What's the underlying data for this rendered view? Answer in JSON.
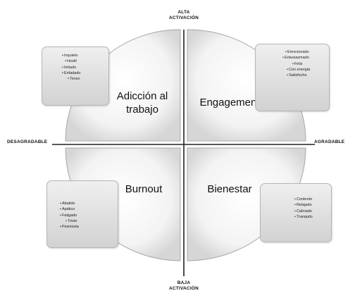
{
  "axes": {
    "top": [
      "ALTA",
      "ACTIVACIÓN"
    ],
    "bottom": [
      "BAJA",
      "ACTIVACIÓN"
    ],
    "left": "DESAGRADABLE",
    "right": "AGRADABLE"
  },
  "quadrants": {
    "top_left": {
      "label_lines": [
        "Adicción al",
        "trabajo"
      ]
    },
    "top_right": {
      "label_lines": [
        "Engagement"
      ]
    },
    "bottom_left": {
      "label_lines": [
        "Burnout"
      ]
    },
    "bottom_right": {
      "label_lines": [
        "Bienestar"
      ]
    }
  },
  "boxes": {
    "top_left": [
      "Inquieto",
      "Hostil",
      "Irritado",
      "Enfadado",
      "Tenso"
    ],
    "top_right": [
      "Emocionado",
      "Entusiasmado",
      "Feliz",
      "Con energía",
      "Satisfecho"
    ],
    "bottom_left": [
      "Abatido",
      "Apático",
      "Fatigado",
      "Triste",
      "Pesimista"
    ],
    "bottom_right": [
      "Contento",
      "Relajado",
      "Calmado",
      "Tranquilo"
    ]
  },
  "colors": {
    "quadrant_fill_light": "#fbfbfb",
    "quadrant_fill_dark": "#d9d9d9",
    "box_fill": "#dedede",
    "axis_line": "#222222"
  }
}
